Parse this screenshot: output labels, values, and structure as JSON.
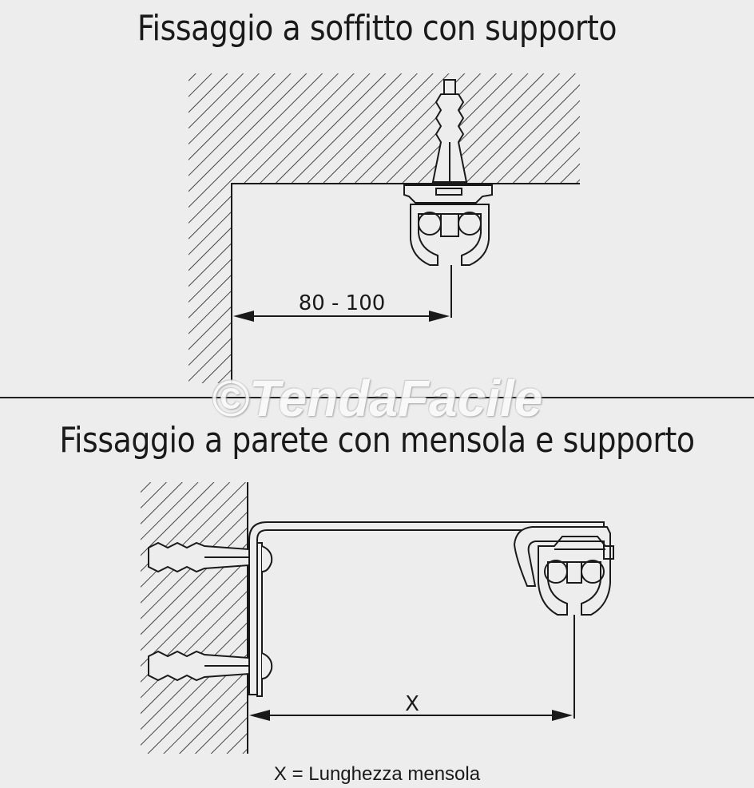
{
  "diagram": {
    "title_top": "Fissaggio a soffitto con supporto",
    "title_bottom": "Fissaggio a parete con mensola e supporto",
    "dimension_top": "80 - 100",
    "dimension_bottom": "X",
    "caption": "X = Lunghezza mensola",
    "watermark": "©TendaFacile",
    "colors": {
      "line": "#1a1a1a",
      "background": "#ededed"
    }
  }
}
